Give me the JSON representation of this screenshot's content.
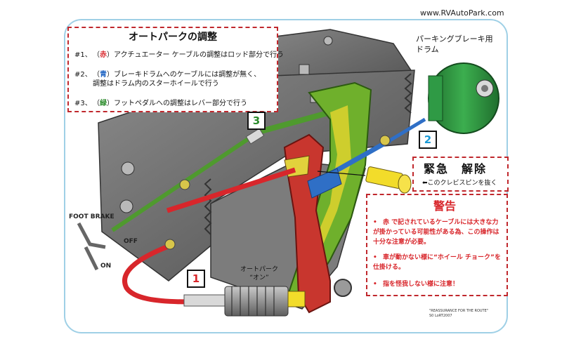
{
  "site": "www.RVAutoPark.com",
  "adjustment": {
    "title": "オートパークの調整",
    "items": [
      {
        "num": "#1、",
        "pre": "（",
        "color_word": "赤",
        "post": "）アクチュエーター ケーブルの調整はロッド部分で行う"
      },
      {
        "num": "#2、",
        "pre": "（",
        "color_word": "青",
        "post": "）ブレーキドラムへのケーブルには調整が無く、"
      },
      {
        "cont": "調整はドラム内のスターホイールで行う"
      },
      {
        "num": "#3、",
        "pre": "（",
        "color_word": "緑",
        "post": "）フットペダルへの調整はレバー部分で行う"
      }
    ]
  },
  "drum_label": [
    "パーキングブレーキ用",
    "ドラム"
  ],
  "emergency": {
    "title": "緊急　解除",
    "note": "⬅このクレビスピンを抜く"
  },
  "warning": {
    "title": "警告",
    "items": [
      "赤 で記されているケーブルには大きな力が掛かっている可能性がある為、この操作は十分な注意が必要。",
      "車が動かない様に“ホイール チョーク”を仕掛ける。",
      "指を怪我しない様に注意！"
    ]
  },
  "badges": [
    "1",
    "2",
    "3"
  ],
  "labels": {
    "foot_brake": "FOOT BRAKE",
    "off": "OFF",
    "on": "ON",
    "autopark_on": [
      "オートパーク",
      "“オン”"
    ]
  },
  "credit": [
    "\"REASSURANCE FOR THE ROUTE\"",
    "S0 LoRT2007"
  ],
  "colors": {
    "red": "#d8262b",
    "blue": "#2f6fc6",
    "green": "#4f9a2e",
    "frame": "#6a6a6a",
    "drum": "#2e8b3e",
    "lever_red": "#c8362e"
  }
}
